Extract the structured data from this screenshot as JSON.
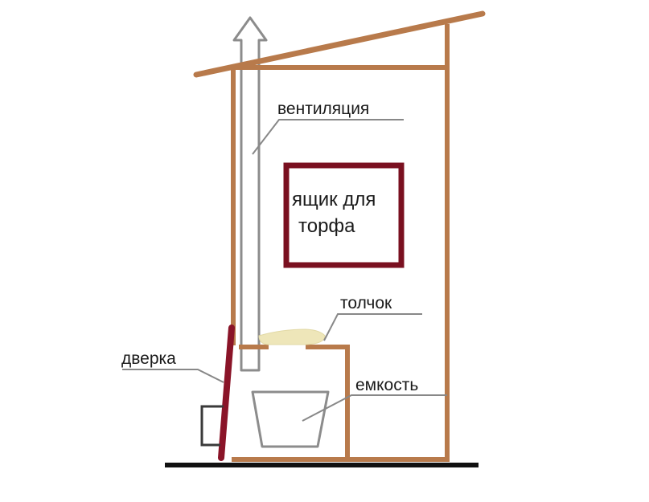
{
  "labels": {
    "ventilation": "вентиляция",
    "peat_box_line1": "ящик для",
    "peat_box_line2": "торфа",
    "toilet_seat": "толчок",
    "door": "дверка",
    "container": "емкость"
  },
  "colors": {
    "wood": "#b87a4b",
    "box_frame": "#7a1020",
    "door": "#8a1428",
    "pipe": "#8c8c8c",
    "seat": "#eee6b9",
    "ground": "#111111",
    "text": "#1a1a1a"
  }
}
